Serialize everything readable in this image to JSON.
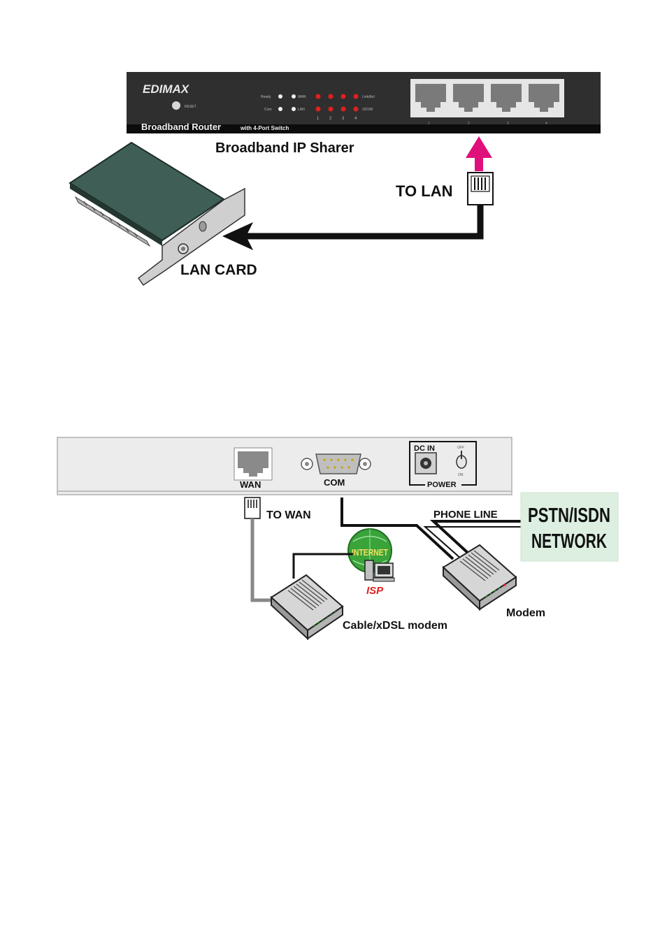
{
  "router_front": {
    "brand": "EDIMAX",
    "reset_label": "RESET",
    "led_labels": {
      "ready": "Ready",
      "wan": "WAN",
      "com": "Com",
      "lan": "LAN",
      "link_act": "Link/Act",
      "speed": "10/100"
    },
    "port_numbers": [
      "1",
      "2",
      "3",
      "4"
    ],
    "bottom_port_numbers": [
      "1",
      "2",
      "3",
      "4"
    ],
    "model_title": "Broadband Router",
    "model_subtitle": "with 4-Port Switch"
  },
  "diagram1": {
    "title": "Broadband IP Sharer",
    "to_lan_label": "TO LAN",
    "lan_card_label": "LAN CARD"
  },
  "router_back": {
    "wan_label": "WAN",
    "com_label": "COM",
    "dc_in_label": "DC IN",
    "power_label": "POWER",
    "off_label": "OFF",
    "on_label": "ON"
  },
  "diagram2": {
    "to_wan_label": "TO WAN",
    "phone_line_label": "PHONE LINE",
    "pstn_line1": "PSTN/ISDN",
    "pstn_line2": "NETWORK",
    "internet_label": "INTERNET",
    "isp_label": "ISP",
    "cable_modem_label": "Cable/xDSL modem",
    "modem_label": "Modem"
  },
  "colors": {
    "router_body": "#2f2f2f",
    "led_red": "#e02020",
    "arrow_pink": "#e0107a",
    "pstn_box": "#dcefe0",
    "internet_green": "#3aa33a",
    "isp_red": "#e02020"
  }
}
